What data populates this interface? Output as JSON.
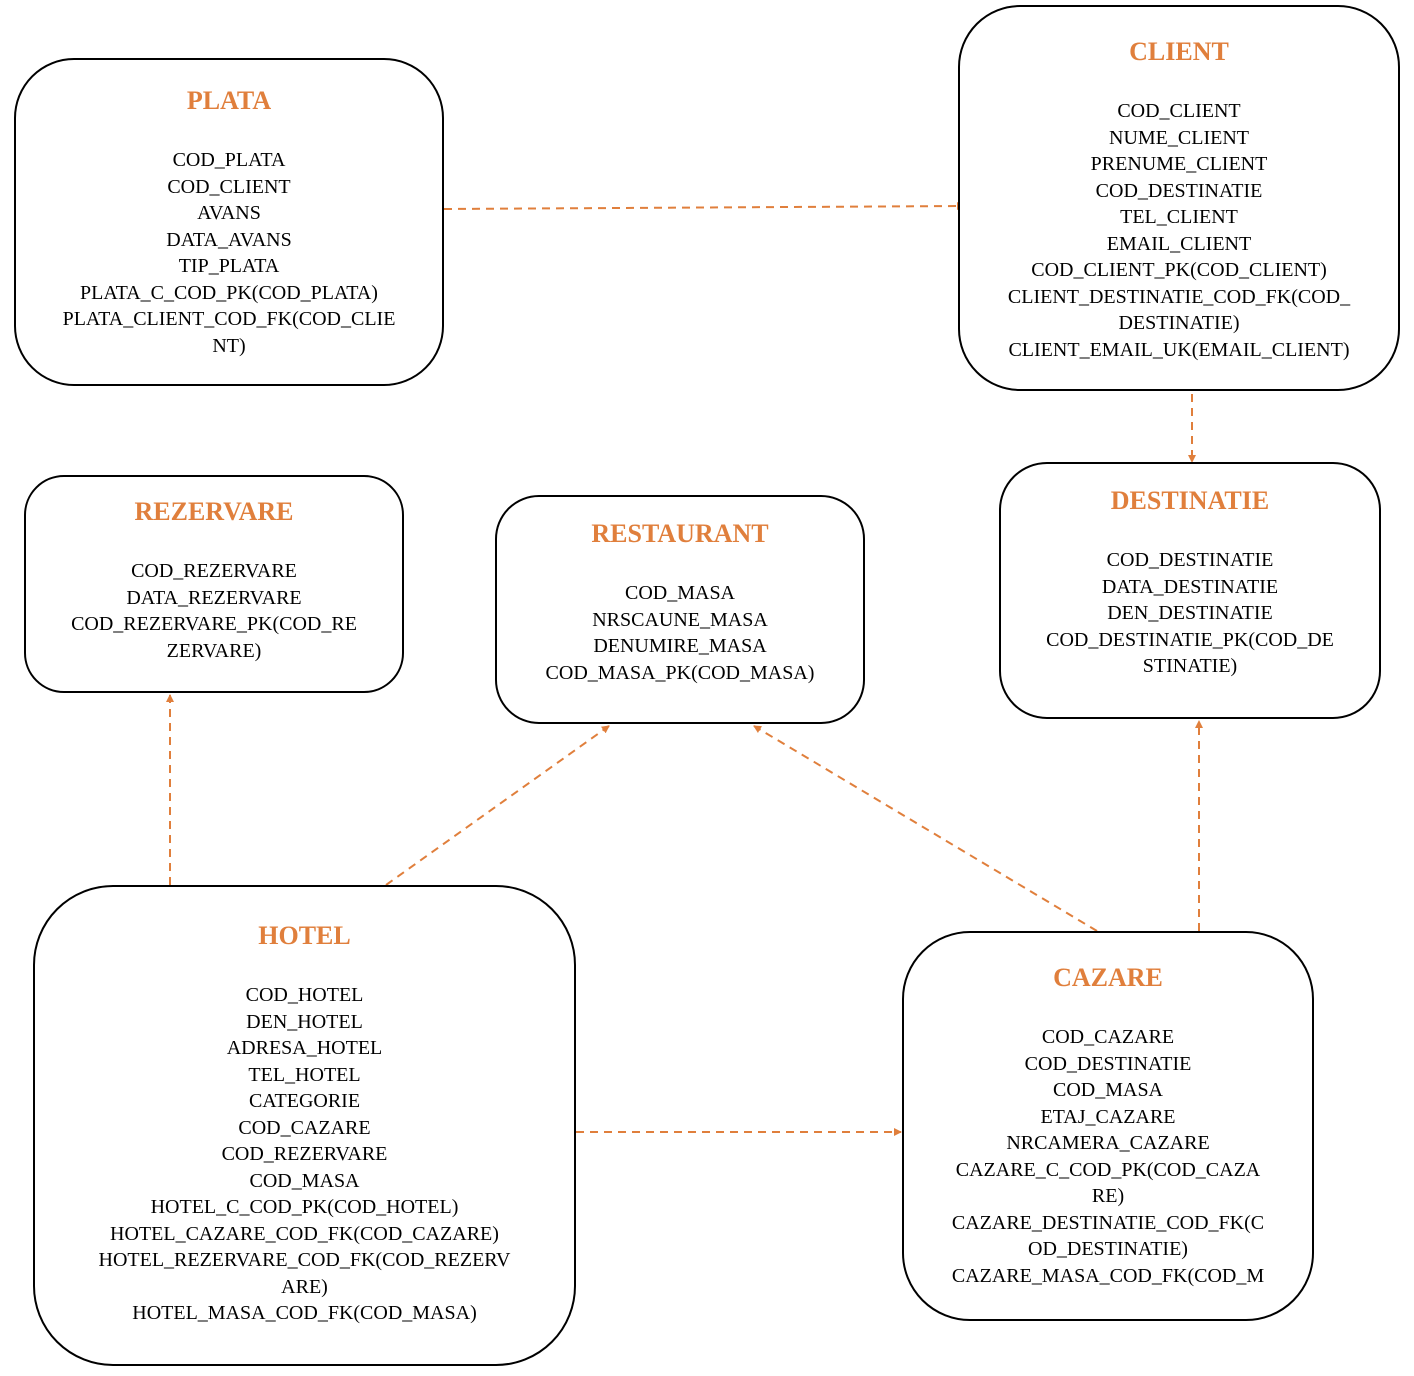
{
  "diagram": {
    "accent_color": "#e07f3c",
    "border_color": "#000000",
    "text_color": "#000000",
    "entities": {
      "plata": {
        "title": "PLATA",
        "fields": [
          "COD_PLATA",
          "COD_CLIENT",
          "AVANS",
          "DATA_AVANS",
          "TIP_PLATA",
          "PLATA_C_COD_PK(COD_PLATA)",
          "PLATA_CLIENT_COD_FK(COD_CLIE",
          "NT)"
        ]
      },
      "client": {
        "title": "CLIENT",
        "fields": [
          "COD_CLIENT",
          "NUME_CLIENT",
          "PRENUME_CLIENT",
          "COD_DESTINATIE",
          "TEL_CLIENT",
          "EMAIL_CLIENT",
          "COD_CLIENT_PK(COD_CLIENT)",
          "CLIENT_DESTINATIE_COD_FK(COD_",
          "DESTINATIE)",
          "CLIENT_EMAIL_UK(EMAIL_CLIENT)"
        ]
      },
      "rezervare": {
        "title": "REZERVARE",
        "fields": [
          "COD_REZERVARE",
          "DATA_REZERVARE",
          "COD_REZERVARE_PK(COD_RE",
          "ZERVARE)"
        ]
      },
      "restaurant": {
        "title": "RESTAURANT",
        "fields": [
          "COD_MASA",
          "NRSCAUNE_MASA",
          "DENUMIRE_MASA",
          "COD_MASA_PK(COD_MASA)"
        ]
      },
      "destinatie": {
        "title": "DESTINATIE",
        "fields": [
          "COD_DESTINATIE",
          "DATA_DESTINATIE",
          "DEN_DESTINATIE",
          "COD_DESTINATIE_PK(COD_DE",
          "STINATIE)"
        ]
      },
      "hotel": {
        "title": "HOTEL",
        "fields": [
          "COD_HOTEL",
          "DEN_HOTEL",
          "ADRESA_HOTEL",
          "TEL_HOTEL",
          "CATEGORIE",
          "COD_CAZARE",
          "COD_REZERVARE",
          "COD_MASA",
          "HOTEL_C_COD_PK(COD_HOTEL)",
          "HOTEL_CAZARE_COD_FK(COD_CAZARE)",
          "HOTEL_REZERVARE_COD_FK(COD_REZERV",
          "ARE)",
          "HOTEL_MASA_COD_FK(COD_MASA)"
        ]
      },
      "cazare": {
        "title": "CAZARE",
        "fields": [
          "COD_CAZARE",
          "COD_DESTINATIE",
          "COD_MASA",
          "ETAJ_CAZARE",
          "NRCAMERA_CAZARE",
          "CAZARE_C_COD_PK(COD_CAZA",
          "RE)",
          "CAZARE_DESTINATIE_COD_FK(C",
          "OD_DESTINATIE)",
          "CAZARE_MASA_COD_FK(COD_M"
        ]
      }
    },
    "relationships": [
      {
        "from": "plata",
        "to": "client"
      },
      {
        "from": "client",
        "to": "destinatie"
      },
      {
        "from": "hotel",
        "to": "rezervare"
      },
      {
        "from": "hotel",
        "to": "restaurant"
      },
      {
        "from": "cazare",
        "to": "restaurant"
      },
      {
        "from": "cazare",
        "to": "destinatie"
      },
      {
        "from": "hotel",
        "to": "cazare"
      }
    ]
  }
}
